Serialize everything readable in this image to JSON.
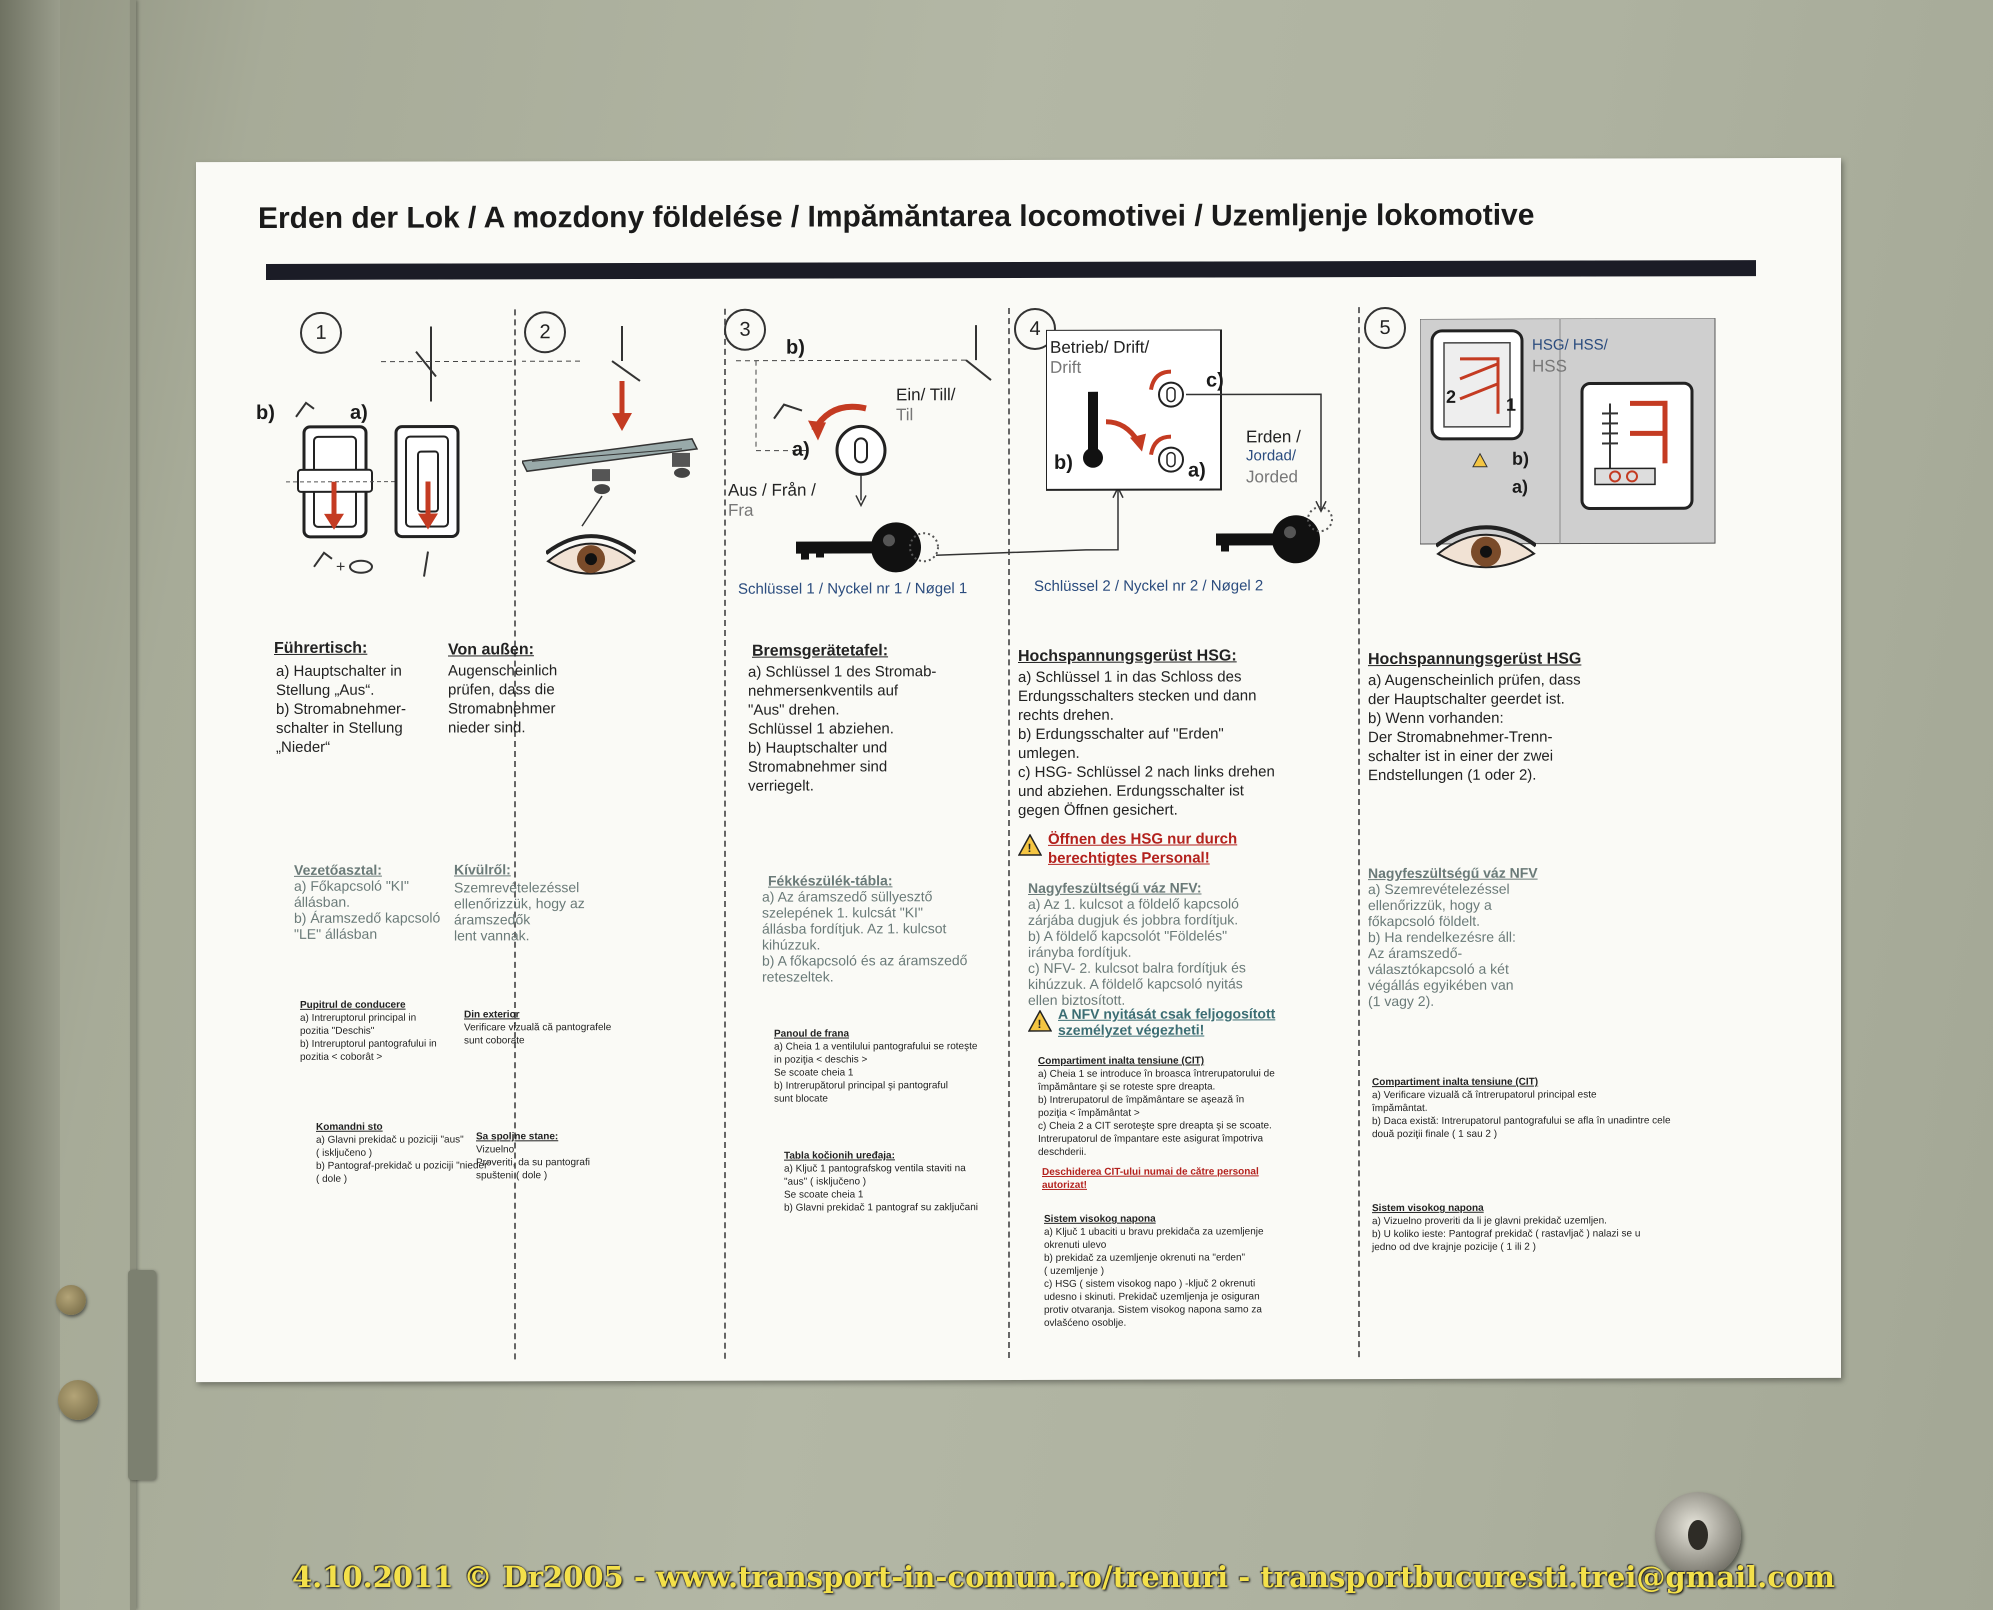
{
  "sign": {
    "title": "Erden der Lok / A mozdony földelése / Impămăntarea locomotivei / Uzemljenje lokomotive",
    "steps": [
      "1",
      "2",
      "3",
      "4",
      "5"
    ],
    "diagram_labels": {
      "s1_b": "b)",
      "s1_a": "a)",
      "s3_b": "b)",
      "s3_a": "a)",
      "s3_ein": "Ein/ Till/",
      "s3_ein2": "Til",
      "s3_aus": "Aus / Från /",
      "s3_aus2": "Fra",
      "s3_key": "Schlüssel 1 / Nyckel nr 1 / Nøgel 1",
      "s4_betrieb": "Betrieb/ Drift/",
      "s4_betrieb2": "Drift",
      "s4_c": "c)",
      "s4_b": "b)",
      "s4_a": "a)",
      "s4_erden": "Erden /",
      "s4_jordad": "Jordad/",
      "s4_jorded": "Jorded",
      "s4_key": "Schlüssel 2 / Nyckel nr 2 / Nøgel 2",
      "s5_hsg": "HSG/ HSS/",
      "s5_hss": "HSS",
      "s5_2": "2",
      "s5_1": "1",
      "s5_b": "b)",
      "s5_a": "a)"
    },
    "col1": {
      "de_head": "Führertisch:",
      "de_body": "a)   Hauptschalter in\n       Stellung „Aus“.\nb)   Stromabnehmer-\n       schalter in Stellung\n       „Nieder“",
      "hu_head": "Vezetőasztal:",
      "hu_body": "a) Főkapcsoló \"KI\"\n     állásban.\nb) Áramszedő kapcsoló\n     \"LE\" állásban",
      "ro_head": "Pupitrul de conducere",
      "ro_body": "a)  Intreruptorul principal in\n      pozitia \"Deschis\"\nb)  Intreruptorul pantografului in\n      pozitia < coborât >",
      "sr_head": "Komandni sto",
      "sr_body": "a)  Glavni prekidač u poziciji \"aus\"\n       ( isključeno )\nb) Pantograf-prekidač u poziciji \"nieder\"\n       ( dole )"
    },
    "col2": {
      "de_head": "Von außen:",
      "de_body": "Augenscheinlich\nprüfen, dass die\nStromabnehmer\nnieder sind.",
      "hu_head": "Kívülről:",
      "hu_body": "Szemrevételezéssel\nellenőrizzük, hogy az\náramszedők\nlent vannak.",
      "ro_head": "Din exterior",
      "ro_body": "Verificare vizuală că pantografele\nsunt coborate",
      "sr_head": "Sa spoljne stane:",
      "sr_body": "Vizuelno\nProveriti, da su pantografi\nspušteni ( dole )"
    },
    "col3": {
      "de_head": "Bremsgerätetafel:",
      "de_body": "a)   Schlüssel 1 des Stromab-\n       nehmersenkventils auf\n       \"Aus\" drehen.\n       Schlüssel 1 abziehen.\nb)   Hauptschalter und\n       Stromabnehmer sind\n       verriegelt.",
      "hu_head": "Fékkészülék-tábla:",
      "hu_body": "a) Az áramszedő süllyesztő\n     szelepének 1. kulcsát \"KI\"\n     állásba fordítjuk. Az 1. kulcsot\n     kihúzzuk.\nb) A főkapcsoló és az áramszedő\n     reteszeltek.",
      "ro_head": "Panoul de frana",
      "ro_body": "a)  Cheia 1 a ventilului pantografului se roteşte\n      in poziţia  < deschis >\n      Se scoate cheia 1\nb)  Intrerupătorul principal şi pantograful\n      sunt blocate",
      "sr_head": "Tabla kočionih uređaja:",
      "sr_body": "a)  Ključ 1 pantografskog ventila staviti na\n      \"aus\" ( isključeno )\n      Se scoate cheia 1\nb)  Glavni prekidač 1 pantograf su zaključani"
    },
    "col4": {
      "de_head": "Hochspannungsgerüst HSG:",
      "de_body": "a)   Schlüssel 1 in das Schloss des\n       Erdungsschalters stecken und dann\n       rechts drehen.\nb)   Erdungsschalter auf \"Erden\"\n       umlegen.\nc)   HSG- Schlüssel 2 nach links drehen\n       und abziehen. Erdungsschalter ist\n       gegen Öffnen gesichert.",
      "de_warn": "Öffnen des HSG nur durch\nberechtigtes Personal!",
      "hu_head": "Nagyfeszültségű váz NFV:",
      "hu_body": "a)   Az 1. kulcsot a földelő kapcsoló\n       zárjába dugjuk és jobbra fordítjuk.\nb)   A földelő kapcsolót \"Földelés\"\n       irányba fordítjuk.\nc)   NFV- 2. kulcsot balra fordítjuk és\n       kihúzzuk. A földelő kapcsoló nyitás\n       ellen biztosított.",
      "hu_warn": "A NFV nyitását csak feljogosított\nszemélyzet végezheti!",
      "ro_head": "Compartiment inalta tensiune (CIT)",
      "ro_body": "a)  Cheia 1 se introduce în broasca întrerupatorului de\n      împământare şi se roteste spre dreapta.\nb)  Intrerupatorul de împământare se aşează în\n      poziţia < împământat >\nc)  Cheia 2 a CIT seroteşte spre dreapta şi se scoate.\n      Intrerupatorul de împantare este asigurat împotriva\n      deschderii.",
      "ro_warn": "Deschiderea CIT-ului numai de către personal\nautorizat!",
      "sr_head": "Sistem visokog napona",
      "sr_body": "a)  Ključ 1 ubaciti u bravu prekidača za uzemljenje\n      okrenuti ulevo\nb)  prekidač za uzemljenje okrenuti na \"erden\"\n      ( uzemljenje )\nc)  HSG ( sistem visokog napo ) -ključ 2 okrenuti\n      udesno i skinuti. Prekidač uzemljenja je osiguran\n      protiv otvaranja.  Sistem visokog napona samo za\n      ovlašćeno osoblje."
    },
    "col5": {
      "de_head": "Hochspannungsgerüst HSG",
      "de_body": "a)   Augenscheinlich prüfen, dass\n       der Hauptschalter geerdet ist.\nb)   Wenn vorhanden:\n       Der Stromabnehmer-Trenn-\n       schalter ist in einer der zwei\n       Endstellungen (1 oder 2).",
      "hu_head": "Nagyfeszültségű váz NFV",
      "hu_body": "a) Szemrevételezéssel\n     ellenőrizzük, hogy a\n     főkapcsoló földelt.\nb) Ha rendelkezésre áll:\n     Az áramszedő-\n     választókapcsoló a két\n     végállás egyikében van\n     (1 vagy 2).",
      "ro_head": "Compartiment inalta tensiune (CIT)",
      "ro_body": "a)  Verificare vizuală că  întrerupatorul principal este\n      împământat.\nb)  Daca există: Intrerupatorul pantografului se afla în unadintre cele\n      două poziţii finale ( 1 sau 2 )",
      "sr_head": "Sistem visokog napona",
      "sr_body": "a)  Vizuelno proveriti da li je glavni prekidač uzemljen.\nb)  U koliko ieste: Pantograf prekidač ( rastavljač ) nalazi se u\n      jedno od dve krajnje pozicije ( 1 ili 2 )"
    }
  },
  "footer": "4.10.2011 © Dr2005 - www.transport-in-comun.ro/trenuri - transportbucuresti.trei@gmail.com",
  "colors": {
    "title_bar": "#1b1c26",
    "accent_red": "#c0392b",
    "footer_yellow": "#f3e04a"
  },
  "icons": [
    "eye-icon",
    "key-icon",
    "lock-cylinder-icon",
    "warning-icon",
    "lever-icon",
    "rotate-arrow-icon"
  ]
}
